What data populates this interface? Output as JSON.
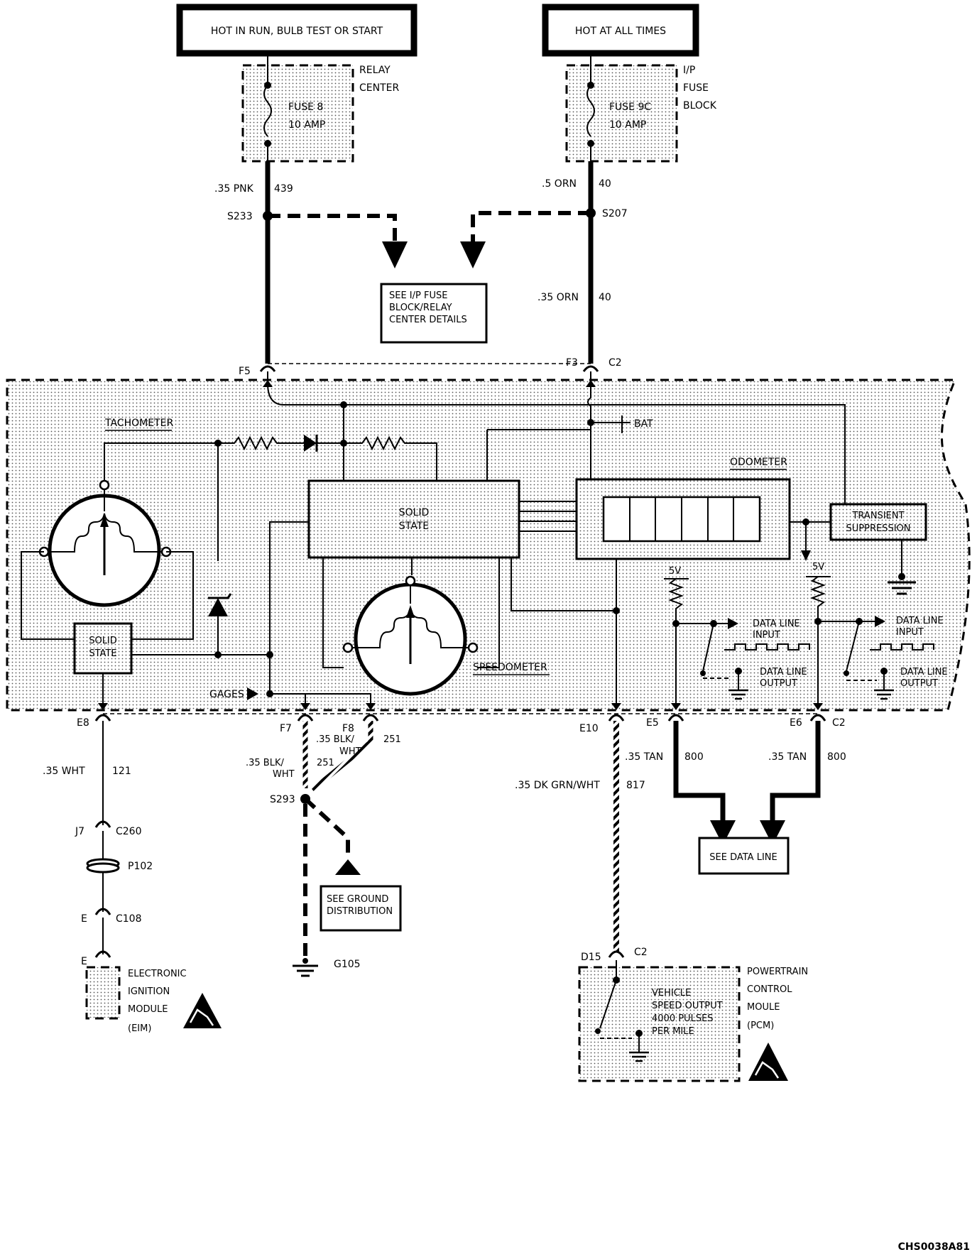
{
  "sources": {
    "run_label": "HOT IN RUN, BULB TEST OR START",
    "always_label": "HOT AT ALL TIMES"
  },
  "relay_center": {
    "label1": "RELAY",
    "label2": "CENTER",
    "fuse": "FUSE 8",
    "amp": "10 AMP"
  },
  "fuse_block": {
    "label1": "I/P",
    "label2": "FUSE",
    "label3": "BLOCK",
    "fuse": "FUSE 9C",
    "amp": "10 AMP"
  },
  "wires_top": {
    "pnk_gauge": ".35 PNK",
    "pnk_circuit": "439",
    "splice_left": "S233",
    "orn_gauge": ".5 ORN",
    "orn_circuit": "40",
    "splice_right": "S207",
    "orn2_gauge": ".35 ORN",
    "orn2_circuit": "40"
  },
  "see_fuse_block": {
    "line1": "SEE I/P FUSE",
    "line2": "BLOCK/RELAY",
    "line3": "CENTER DETAILS"
  },
  "cluster": {
    "conn_f5": "F5",
    "conn_f3": "F3",
    "conn_c2_top": "C2",
    "bat": "BAT",
    "tachometer": "TACHOMETER",
    "odometer": "ODOMETER",
    "solid_state_main1": "SOLID",
    "solid_state_main2": "STATE",
    "solid_state_tach1": "SOLID",
    "solid_state_tach2": "STATE",
    "transient1": "TRANSIENT",
    "transient2": "SUPPRESSION",
    "speedometer": "SPEEDOMETER",
    "gages": "GAGES",
    "v5_left": "5V",
    "v5_right": "5V",
    "dl_input_l1": "DATA LINE",
    "dl_input_l2": "INPUT",
    "dl_output_l1": "DATA LINE",
    "dl_output_l2": "OUTPUT",
    "dl_input_r1": "DATA LINE",
    "dl_input_r2": "INPUT",
    "dl_output_r1": "DATA LINE",
    "dl_output_r2": "OUTPUT"
  },
  "bottom_conns": {
    "e8": "E8",
    "f7": "F7",
    "f8": "F8",
    "e10": "E10",
    "e5": "E5",
    "e6": "E6",
    "c2": "C2"
  },
  "bottom_wires": {
    "wht_gauge": ".35 WHT",
    "wht_circuit": "121",
    "blk_gauge_l1": ".35 BLK/",
    "blk_gauge_l2": "WHT",
    "blk_circuit_l": "251",
    "blk_gauge_r1": ".35 BLK/",
    "blk_gauge_r2": "WHT",
    "blk_circuit_r": "251",
    "splice_s293": "S293",
    "grn_gauge": ".35 DK GRN/WHT",
    "grn_circuit": "817",
    "tan_gauge_l": ".35 TAN",
    "tan_circuit_l": "800",
    "tan_gauge_r": ".35 TAN",
    "tan_circuit_r": "800"
  },
  "lower": {
    "j7": "J7",
    "c260": "C260",
    "p102": "P102",
    "e1": "E",
    "c108": "C108",
    "e2": "E",
    "eim1": "ELECTRONIC",
    "eim2": "IGNITION",
    "eim3": "MODULE",
    "eim4": "(EIM)",
    "ground_l1": "SEE GROUND",
    "ground_l2": "DISTRIBUTION",
    "g105": "G105",
    "data_line": "SEE DATA LINE",
    "d15": "D15",
    "c2": "C2",
    "vso1": "VEHICLE",
    "vso2": "SPEED OUTPUT",
    "vso3": "4000 PULSES",
    "vso4": "PER MILE",
    "pcm1": "POWERTRAIN",
    "pcm2": "CONTROL",
    "pcm3": "MOULE",
    "pcm4": "(PCM)"
  },
  "figure_id": "CHS0038A81"
}
